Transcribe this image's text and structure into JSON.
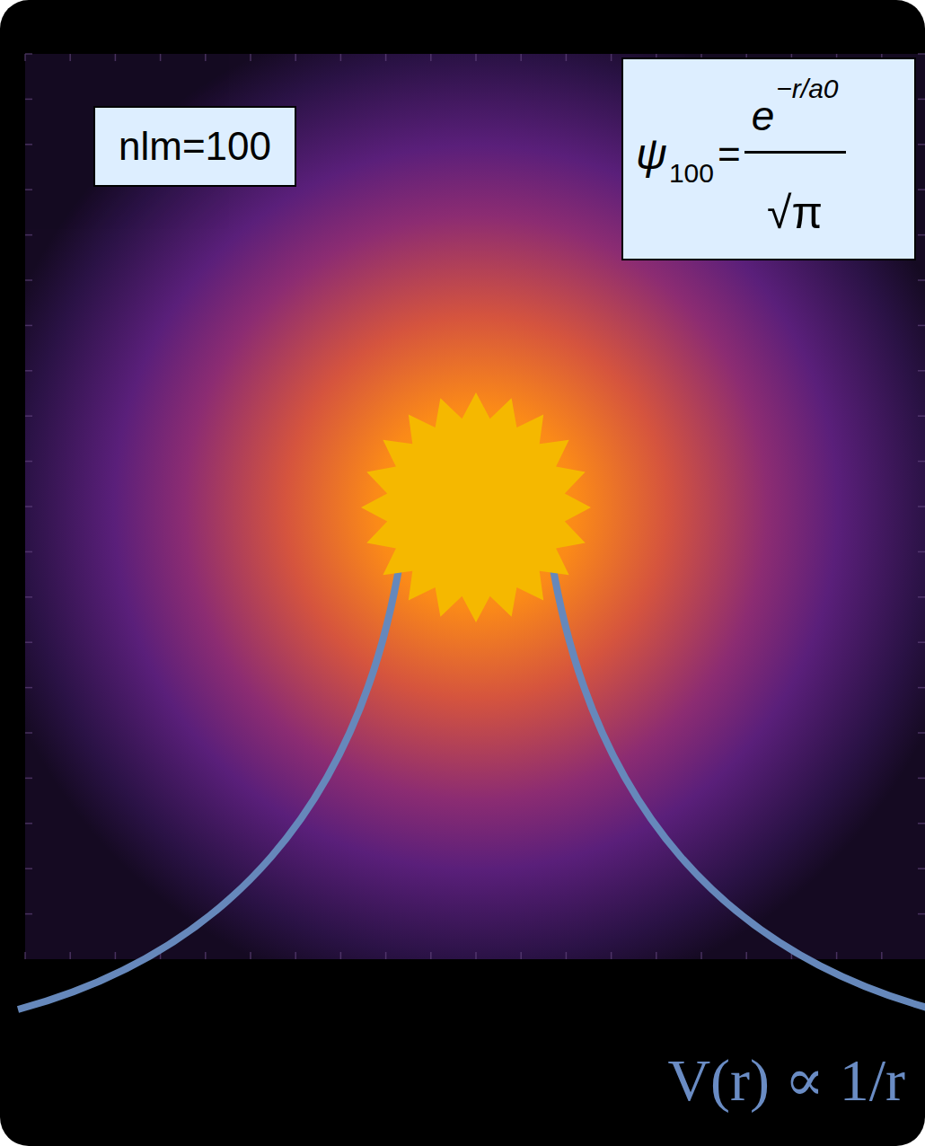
{
  "diagram": {
    "nodes": [
      {
        "text": [
          "nlm=100"
        ]
      },
      {
        "text": [
          "ψ",
          "100",
          "=",
          "e",
          "−r/a0",
          "√π"
        ]
      }
    ],
    "labels": [
      "V(r) ∝ 1/r"
    ]
  }
}
